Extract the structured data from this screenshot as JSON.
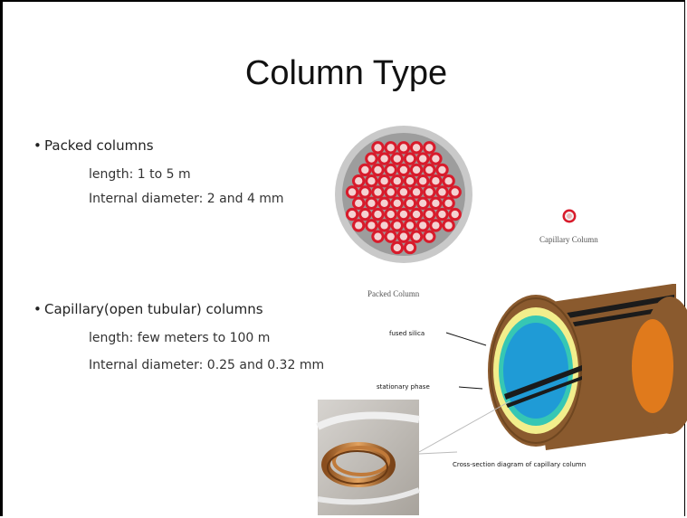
{
  "slide": {
    "title": "Column Type",
    "bullets": [
      {
        "label": "Packed columns",
        "details": [
          "length: 1 to 5 m",
          "Internal diameter: 2 and 4 mm"
        ]
      },
      {
        "label": "Capillary(open tubular)  columns",
        "details": [
          "length: few meters to 100 m",
          "Internal diameter: 0.25 and 0.32 mm"
        ]
      }
    ],
    "figures": {
      "packed_caption": "Packed Column",
      "capillary_caption": "Capillary Column",
      "label_fused_silica": "fused silica",
      "label_stationary_phase": "stationary phase",
      "label_cross_section": "Cross-section diagram of capillary column"
    }
  },
  "colors": {
    "bead": "#d81b2b",
    "tube_brown": "#8a5a2e",
    "silica_yellow": "#f2ee8c",
    "phase_teal": "#36c7b4",
    "bore_blue": "#1f9bd6",
    "end_orange": "#e07a1c"
  }
}
